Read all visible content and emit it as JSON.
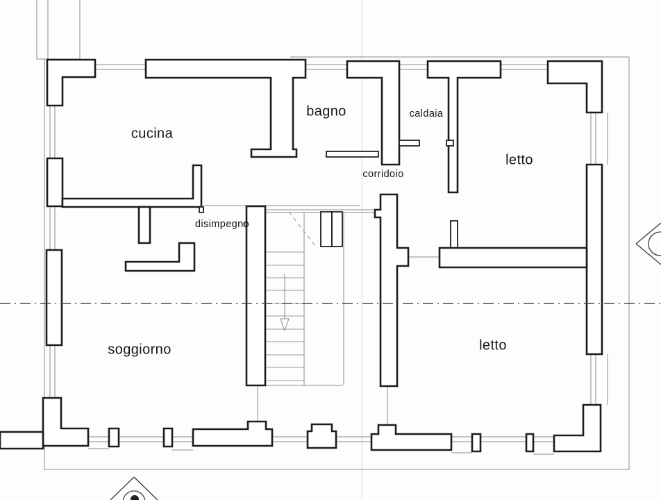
{
  "document": {
    "kind": "apartment floor plan (scanned drawing)",
    "language": "Italian"
  },
  "rooms": [
    {
      "id": "cucina",
      "label": "cucina"
    },
    {
      "id": "bagno",
      "label": "bagno"
    },
    {
      "id": "caldaia",
      "label": "caldaia"
    },
    {
      "id": "corridoio",
      "label": "corridoio"
    },
    {
      "id": "letto-nord",
      "label": "letto"
    },
    {
      "id": "disimpegno",
      "label": "disimpegno"
    },
    {
      "id": "soggiorno",
      "label": "soggiorno"
    },
    {
      "id": "letto-sud",
      "label": "letto"
    }
  ],
  "symbols": [
    {
      "name": "stairs-down-arrow",
      "meaning": "staircase going down"
    },
    {
      "name": "camera-direction-south-icon",
      "meaning": "view/photo direction marker, bottom center (cropped)"
    },
    {
      "name": "camera-direction-east-icon",
      "meaning": "view/photo direction marker, right edge (cropped)"
    },
    {
      "name": "section-line",
      "style": "dash-dot horizontal line across plan"
    }
  ],
  "colors": {
    "paper": "#fdfdfc",
    "wall_stroke": "#1c1c1c",
    "thin_line": "#8a8a8a",
    "section_line": "#4a4a4a",
    "label_color": "#151515"
  }
}
